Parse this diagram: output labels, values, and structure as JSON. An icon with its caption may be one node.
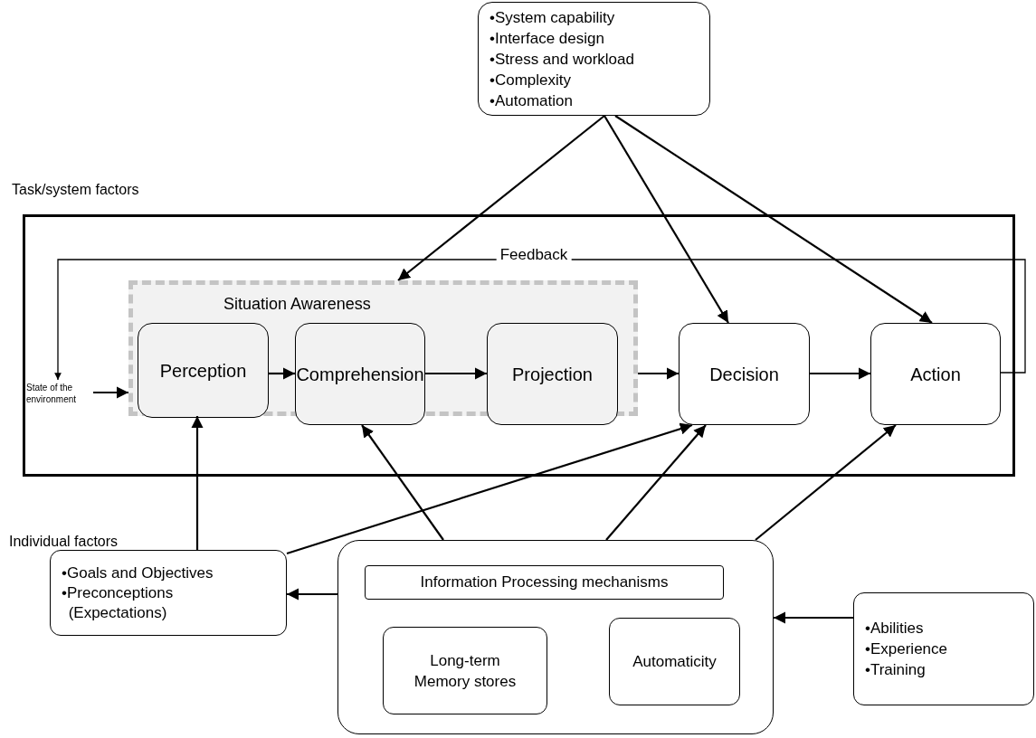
{
  "diagram": {
    "nodes": [
      {
        "text": [
          "•System capability",
          "•Interface design",
          "•Stress and workload",
          "•Complexity",
          "•Automation"
        ]
      },
      {
        "text": [
          "Task/system factors"
        ]
      },
      {
        "text": [
          "Situation Awareness"
        ],
        "in": 1
      },
      {
        "text": [
          "Perception"
        ],
        "in": 2
      },
      {
        "text": [
          "Comprehension"
        ],
        "in": 2
      },
      {
        "text": [
          "Projection"
        ],
        "in": 2
      },
      {
        "text": [
          "Decision"
        ],
        "in": 1
      },
      {
        "text": [
          "Action"
        ],
        "in": 1
      },
      {
        "text": [
          "State of the environment"
        ],
        "in": 1
      },
      {
        "text": [
          "•Goals and Objectives",
          "•Preconceptions (Expectations)"
        ]
      },
      {
        "text": [],
        "shape": "box"
      },
      {
        "text": [
          "Information Processing mechanisms"
        ],
        "in": 10
      },
      {
        "text": [
          "Long-term Memory stores"
        ],
        "in": 10
      },
      {
        "text": [
          "Automaticity"
        ],
        "in": 10
      },
      {
        "text": [
          "•Abilities",
          "•Experience",
          "•Training"
        ]
      }
    ],
    "edges": [
      {
        "from": 0,
        "to": 2,
        "arrow": "to"
      },
      {
        "from": 0,
        "to": 6,
        "arrow": "to"
      },
      {
        "from": 0,
        "to": 7,
        "arrow": "to"
      },
      {
        "from": 7,
        "to": 8,
        "arrow": "to",
        "label": "Feedback"
      },
      {
        "from": 8,
        "to": 2,
        "arrow": "to"
      },
      {
        "from": 3,
        "to": 4,
        "arrow": "to"
      },
      {
        "from": 4,
        "to": 5,
        "arrow": "to"
      },
      {
        "from": 2,
        "to": 6,
        "arrow": "to"
      },
      {
        "from": 6,
        "to": 7,
        "arrow": "to"
      },
      {
        "from": 9,
        "to": 2,
        "arrow": "to"
      },
      {
        "from": 9,
        "to": 6,
        "arrow": "to"
      },
      {
        "from": 10,
        "to": 4,
        "arrow": "to"
      },
      {
        "from": 10,
        "to": 6,
        "arrow": "to"
      },
      {
        "from": 10,
        "to": 7,
        "arrow": "to"
      },
      {
        "from": 10,
        "to": 9,
        "arrow": "to"
      },
      {
        "from": 14,
        "to": 10,
        "arrow": "to"
      }
    ],
    "labels": [
      "Individual factors"
    ]
  }
}
